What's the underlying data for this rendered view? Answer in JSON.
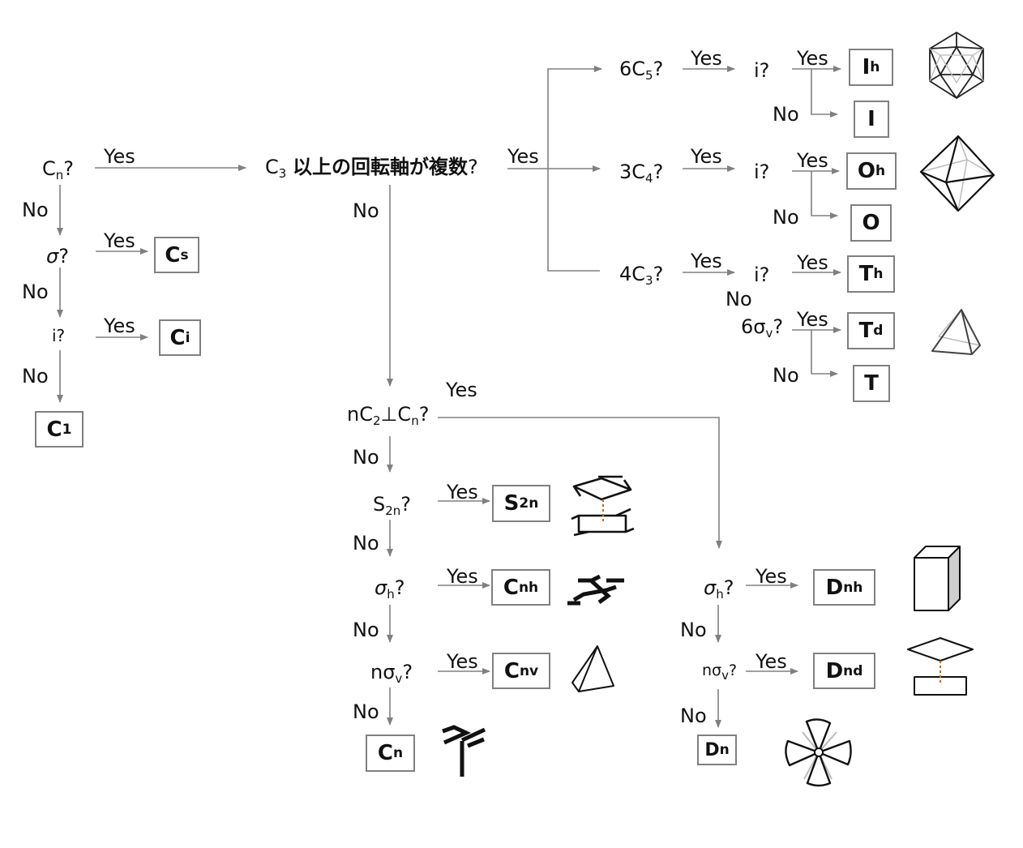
{
  "questions": {
    "cn": {
      "pre": "C",
      "sub": "n",
      "post": "?"
    },
    "sigma": {
      "pre": "σ",
      "sub": "",
      "post": "?"
    },
    "i_left": {
      "pre": "i?",
      "sub": "",
      "post": ""
    },
    "multi_c3_pre": {
      "pre": "C",
      "sub": "3",
      "post": " "
    },
    "multi_c3_text": "以上の回転軸が複数",
    "multi_c3_q": "?",
    "six_c5": {
      "pre": "6C",
      "sub": "5",
      "post": "?"
    },
    "three_c4": {
      "pre": "3C",
      "sub": "4",
      "post": "?"
    },
    "four_c3": {
      "pre": "4C",
      "sub": "3",
      "post": "?"
    },
    "i_top": "i?",
    "i_mid": "i?",
    "i_low": "i?",
    "six_sigma_v": {
      "pre": "6σ",
      "sub": "v",
      "post": "?"
    },
    "nc2_perp": {
      "pre": "nC",
      "sub": "2",
      "mid": "⊥C",
      "sub2": "n",
      "post": "?"
    },
    "s2n": {
      "pre": "S",
      "sub": "2n",
      "post": "?"
    },
    "sigma_h_left": {
      "pre": "σ",
      "sub": "h",
      "post": "?"
    },
    "n_sigma_v_left": {
      "pre": "nσ",
      "sub": "v",
      "post": "?"
    },
    "sigma_h_right": {
      "pre": "σ",
      "sub": "h",
      "post": "?"
    },
    "n_sigma_v_right": {
      "pre": "nσ",
      "sub": "v",
      "post": "?"
    }
  },
  "labels": {
    "yes": "Yes",
    "no": "No"
  },
  "results": {
    "cs": {
      "pre": "C",
      "sub": "s"
    },
    "ci": {
      "pre": "C",
      "sub": "i"
    },
    "c1": {
      "pre": "C",
      "sub": "1"
    },
    "ih": {
      "pre": "I",
      "sub": "h"
    },
    "i": {
      "pre": "I",
      "sub": ""
    },
    "oh": {
      "pre": "O",
      "sub": "h"
    },
    "o": {
      "pre": "O",
      "sub": ""
    },
    "th": {
      "pre": "T",
      "sub": "h"
    },
    "td": {
      "pre": "T",
      "sub": "d"
    },
    "t": {
      "pre": "T",
      "sub": ""
    },
    "s2n": {
      "pre": "S",
      "sub": "2n"
    },
    "cnh": {
      "pre": "C",
      "sub": "nh"
    },
    "cnv": {
      "pre": "C",
      "sub": "nv"
    },
    "cn": {
      "pre": "C",
      "sub": "n"
    },
    "dnh": {
      "pre": "D",
      "sub": "nh"
    },
    "dnd": {
      "pre": "D",
      "sub": "nd"
    },
    "dn": {
      "pre": "D",
      "sub": "n"
    }
  },
  "icons": [
    "icosahedron-icon",
    "octahedron-icon",
    "tetrahedron-icon",
    "s2n-shape-icon",
    "cnh-shape-icon",
    "pyramid-icon",
    "cn-shape-icon",
    "prism-icon",
    "antiprism-icon",
    "propeller-icon"
  ],
  "colors": {
    "arrow": "#808080",
    "box_border": "#808080",
    "text": "#111111",
    "axis_dash": "#c0662a"
  }
}
